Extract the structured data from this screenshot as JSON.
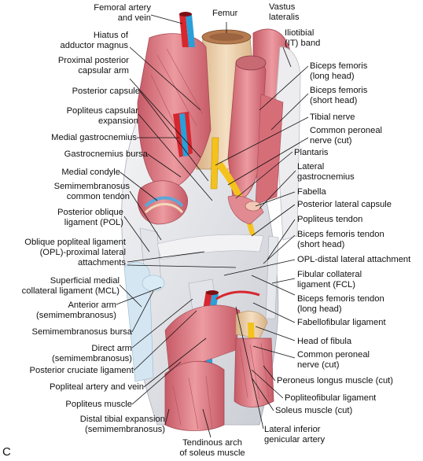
{
  "panel_letter": "C",
  "labels": {
    "femoral_artery_vein": [
      "Femoral artery",
      "and vein"
    ],
    "femur": [
      "Femur"
    ],
    "vastus_lateralis": [
      "Vastus",
      "lateralis"
    ],
    "hiatus_adductor": [
      "Hiatus of",
      "adductor magnus"
    ],
    "it_band": [
      "Iliotibial",
      "(IT) band"
    ],
    "proximal_posterior_capsular_arm": [
      "Proximal posterior",
      "capsular arm"
    ],
    "posterior_capsule": [
      "Posterior capsule"
    ],
    "biceps_long_head": [
      "Biceps femoris",
      "(long head)"
    ],
    "biceps_short_head": [
      "Biceps femoris",
      "(short head)"
    ],
    "popliteus_capsular_expansion": [
      "Popliteus capsular",
      "expansion"
    ],
    "tibial_nerve": [
      "Tibial nerve"
    ],
    "medial_gastrocnemius": [
      "Medial gastrocnemius"
    ],
    "common_peroneal_upper": [
      "Common peroneal",
      "nerve (cut)"
    ],
    "gastrocnemius_bursa": [
      "Gastrocnemius bursa"
    ],
    "plantaris": [
      "Plantaris"
    ],
    "lateral_gastrocnemius": [
      "Lateral",
      "gastrocnemius"
    ],
    "medial_condyle": [
      "Medial condyle"
    ],
    "fabella": [
      "Fabella"
    ],
    "semimembranosus_common_tendon": [
      "Semimembranosus",
      "common tendon"
    ],
    "posterior_lateral_capsule": [
      "Posterior lateral capsule"
    ],
    "pol": [
      "Posterior oblique",
      "ligament (POL)"
    ],
    "popliteus_tendon": [
      "Popliteus tendon"
    ],
    "biceps_tendon_short": [
      "Biceps femoris tendon",
      "(short head)"
    ],
    "opl_proximal": [
      "Oblique popliteal ligament",
      "(OPL)-proximal lateral",
      "attachments"
    ],
    "opl_distal": [
      "OPL-distal lateral attachment"
    ],
    "mcl": [
      "Superficial medial",
      "collateral ligament (MCL)"
    ],
    "fcl": [
      "Fibular collateral",
      "ligament (FCL)"
    ],
    "anterior_arm": [
      "Anterior arm",
      "(semimembranosus)"
    ],
    "biceps_tendon_long": [
      "Biceps femoris tendon",
      "(long head)"
    ],
    "semimembranosus_bursa": [
      "Semimembranosus bursa"
    ],
    "fabellofibular": [
      "Fabellofibular ligament"
    ],
    "direct_arm": [
      "Direct arm",
      "(semimembranosus)"
    ],
    "head_of_fibula": [
      "Head of fibula"
    ],
    "pcl": [
      "Posterior cruciate ligament"
    ],
    "common_peroneal_lower": [
      "Common peroneal",
      "nerve (cut)"
    ],
    "popliteal_artery_vein": [
      "Popliteal artery and vein"
    ],
    "peroneus_longus": [
      "Peroneus longus muscle (cut)"
    ],
    "popliteus_muscle": [
      "Popliteus muscle"
    ],
    "popliteofibular": [
      "Popliteofibular ligament"
    ],
    "distal_tibial_expansion": [
      "Distal tibial expansion",
      "(semimembranosus)"
    ],
    "soleus_cut": [
      "Soleus muscle (cut)"
    ],
    "lateral_inferior_genicular": [
      "Lateral inferior",
      "genicular artery"
    ],
    "tendinous_arch": [
      "Tendinous arch",
      "of soleus muscle"
    ]
  },
  "colors": {
    "muscle": "#e07c84",
    "muscle_dark": "#c85a66",
    "muscle_light": "#f2b2b4",
    "artery": "#d8262e",
    "vein": "#2a9fd8",
    "nerve": "#f4c21c",
    "bone": "#e9c9a0",
    "ligament": "#e9e9ec",
    "shadow": "#9aa0aa"
  }
}
